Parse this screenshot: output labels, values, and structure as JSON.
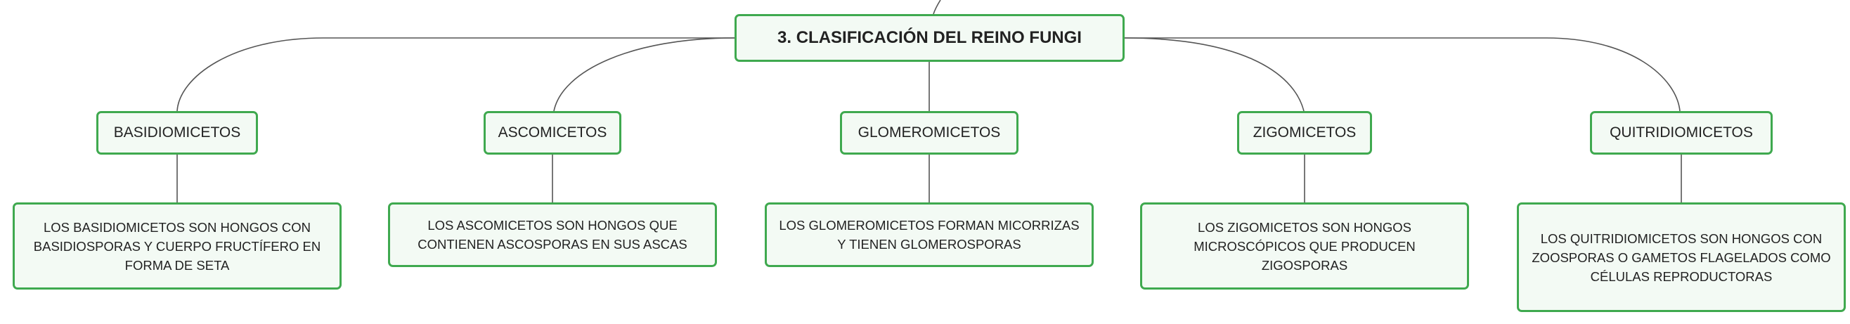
{
  "colors": {
    "node_border": "#3fa94f",
    "node_fill": "#f3faf4",
    "text": "#222222",
    "connector": "#555555"
  },
  "diagram": {
    "root": {
      "label": "3. CLASIFICACIÓN DEL REINO FUNGI"
    },
    "categories": [
      {
        "label": "BASIDIOMICETOS",
        "description": "LOS BASIDIOMICETOS SON HONGOS CON BASIDIOSPORAS Y CUERPO FRUCTÍFERO EN FORMA DE SETA"
      },
      {
        "label": "ASCOMICETOS",
        "description": "LOS ASCOMICETOS SON HONGOS QUE CONTIENEN ASCOSPORAS EN SUS ASCAS"
      },
      {
        "label": "GLOMEROMICETOS",
        "description": "LOS GLOMEROMICETOS FORMAN MICORRIZAS Y TIENEN GLOMEROSPORAS"
      },
      {
        "label": "ZIGOMICETOS",
        "description": "LOS ZIGOMICETOS SON HONGOS MICROSCÓPICOS QUE PRODUCEN ZIGOSPORAS"
      },
      {
        "label": "QUITRIDIOMICETOS",
        "description": "LOS QUITRIDIOMICETOS SON HONGOS CON ZOOSPORAS O GAMETOS FLAGELADOS COMO CÉLULAS REPRODUCTORAS"
      }
    ]
  }
}
